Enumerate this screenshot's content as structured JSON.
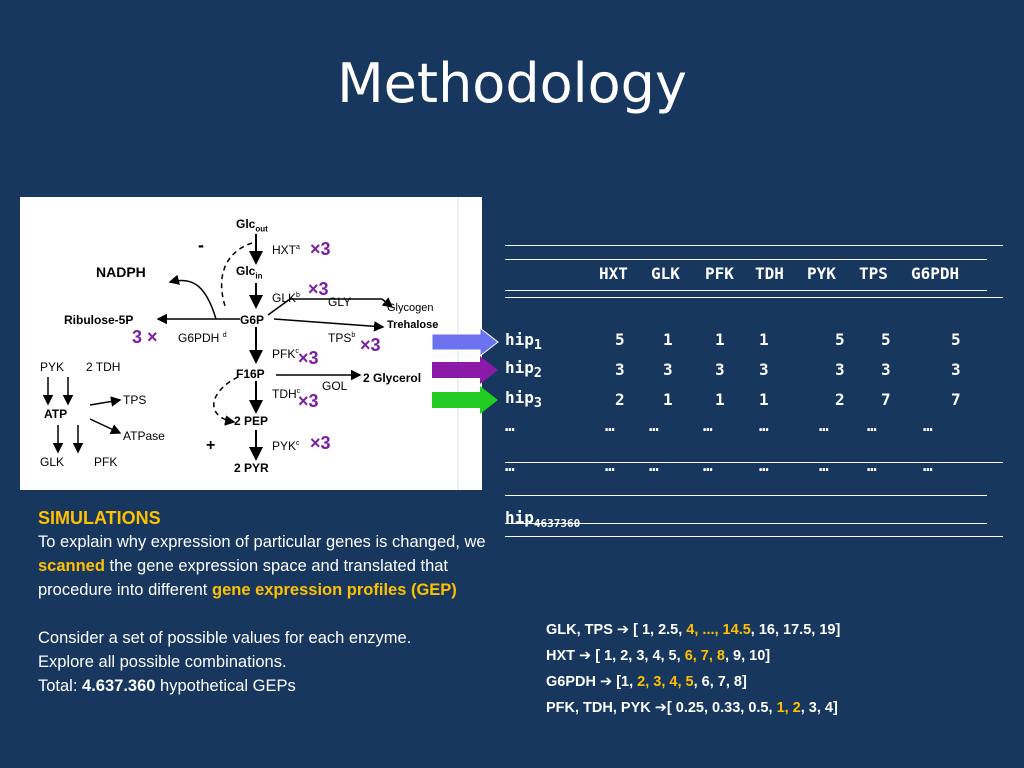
{
  "slide": {
    "title": "Methodology",
    "colors": {
      "background": "#17375e",
      "highlight": "#ffc000",
      "purple": "#7b1fa2",
      "arrow_blue": "#6a72f0",
      "arrow_purple": "#8b1aa8",
      "arrow_green": "#22cc22"
    }
  },
  "diagram": {
    "glc_out": "Glc",
    "glc_out_sub": "out",
    "glc_in": "Glc",
    "glc_in_sub": "in",
    "minus": "-",
    "hxt": "HXT",
    "hxt_sup": "a",
    "x3_hxt": "×3",
    "nadph": "NADPH",
    "glk": "GLK",
    "glk_sup": "b",
    "x3_glk": "×3",
    "gly": "GLY",
    "glycogen": "Glycogen",
    "trehalose": "Trehalose",
    "ribulose": "Ribulose-5P",
    "g6p": "G6P",
    "g6pdh": "G6PDH",
    "g6pdh_sup": "d",
    "x3_g6pdh": "3 ×",
    "tps": "TPS",
    "tps_sup": "b",
    "x3_tps": "×3",
    "pyk_l": "PYK",
    "two_tdh": "2 TDH",
    "pfk": "PFK",
    "pfk_sup": "c",
    "x3_pfk": "×3",
    "f16p": "F16P",
    "two_glycerol": "2 Glycerol",
    "atp": "ATP",
    "tps_l": "TPS",
    "tdh": "TDH",
    "tdh_sup": "c",
    "x3_tdh": "×3",
    "gol": "GOL",
    "two_pep": "2 PEP",
    "atpase": "ATPase",
    "plus": "+",
    "pyk": "PYK",
    "pyk_sup": "c",
    "x3_pyk": "×3",
    "glk_l": "GLK",
    "pfk_l": "PFK",
    "two_pyr": "2 PYR"
  },
  "simulations": {
    "heading": "SIMULATIONS",
    "p1_a": "To explain why expression of particular genes is changed,  we ",
    "p1_scanned": "scanned",
    "p1_b": " the gene expression space and translated that procedure into different ",
    "p1_gep": "gene expression profiles (GEP)",
    "p2_line1": "Consider a set of possible values  for each enzyme.",
    "p2_line2": "Explore all possible combinations.",
    "p2_total_label": "Total: ",
    "p2_total_value": "4.637.360",
    "p2_total_tail": " hypothetical GEPs"
  },
  "table": {
    "headers": [
      "HXT",
      "GLK",
      "PFK",
      "TDH",
      "PYK",
      "TPS",
      "G6PDH"
    ],
    "rows": [
      {
        "label": "hip",
        "sub": "1",
        "values": [
          "5",
          "1",
          "1",
          "1",
          "5",
          "5",
          "5"
        ]
      },
      {
        "label": "hip",
        "sub": "2",
        "values": [
          "3",
          "3",
          "3",
          "3",
          "3",
          "3",
          "3"
        ]
      },
      {
        "label": "hip",
        "sub": "3",
        "values": [
          "2",
          "1",
          "1",
          "1",
          "2",
          "7",
          "7"
        ]
      }
    ],
    "ellipsis": "…",
    "last_label": "hip",
    "last_sub": "4637360"
  },
  "ranges": [
    {
      "label": "GLK, TPS",
      "open": "[ 1, 2.5, ",
      "hl": "4, ..., 14.5",
      "close": ", 16, 17.5, 19]"
    },
    {
      "label": "HXT",
      "open": "[ 1, 2, 3, 4, 5, ",
      "hl": "6, 7, 8",
      "close": ", 9, 10]"
    },
    {
      "label": "G6PDH",
      "open": "[1, ",
      "hl": "2, 3, 4, 5",
      "close": ", 6, 7, 8]"
    },
    {
      "label": "PFK, TDH, PYK",
      "open": "[ 0.25, 0.33, 0.5, ",
      "hl": "1, 2",
      "close": ", 3, 4]"
    }
  ]
}
